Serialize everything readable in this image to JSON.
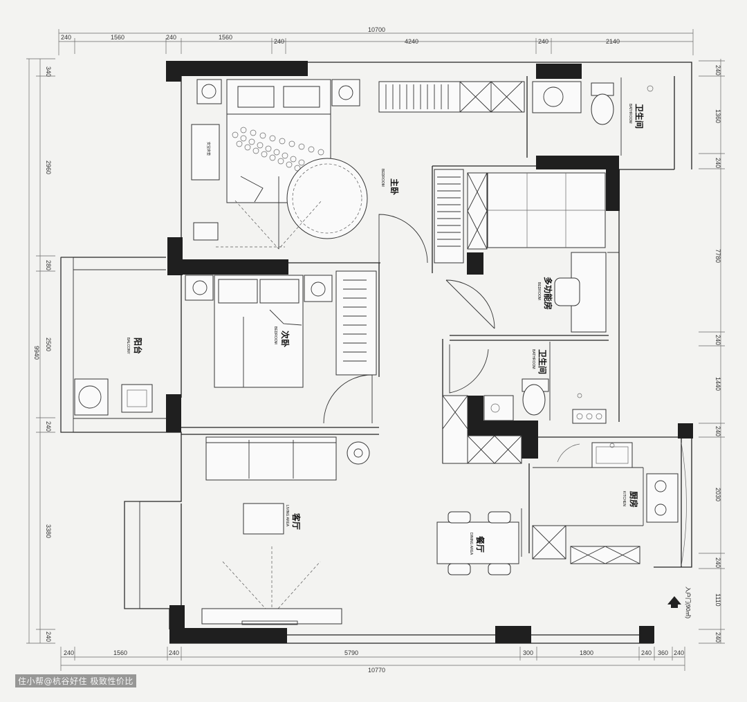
{
  "dimensions": {
    "top_total": "10700",
    "top_segments": [
      "240",
      "1560",
      "240",
      "1560",
      "240",
      "4240",
      "240",
      "2140"
    ],
    "bottom_total": "10770",
    "bottom_segments": [
      "240",
      "1560",
      "240",
      "5790",
      "300",
      "1800",
      "240",
      "360",
      "240"
    ],
    "left_total": "9940",
    "left_segments": [
      "340",
      "2960",
      "280",
      "2500",
      "240",
      "3380",
      "240"
    ],
    "right_segments": [
      "240",
      "1360",
      "240",
      "7780",
      "240",
      "1440",
      "240",
      "2030",
      "240",
      "1110",
      "240"
    ]
  },
  "rooms": {
    "master_bedroom": {
      "cn": "主卧",
      "en": "BEDROOM"
    },
    "master_bathroom": {
      "cn": "卫生间",
      "en": "BATHROOM"
    },
    "second_bedroom": {
      "cn": "次卧",
      "en": "BEDROOM"
    },
    "balcony": {
      "cn": "阳台",
      "en": "BALCONY"
    },
    "multi_room": {
      "cn": "多功能房",
      "en": "BEDROOM"
    },
    "bathroom": {
      "cn": "卫生间",
      "en": "BATHROOM"
    },
    "kitchen": {
      "cn": "厨房",
      "en": "KITCHEN"
    },
    "living": {
      "cn": "客厅",
      "en": "LIVING AREA"
    },
    "dining": {
      "cn": "餐厅",
      "en": "DINING AREA"
    },
    "entrance": {
      "cn": "入户门(90㎡)"
    }
  },
  "labels": {
    "bed_note": "安宝床垫"
  },
  "watermark": "住小帮@杭谷好住 极致性价比"
}
